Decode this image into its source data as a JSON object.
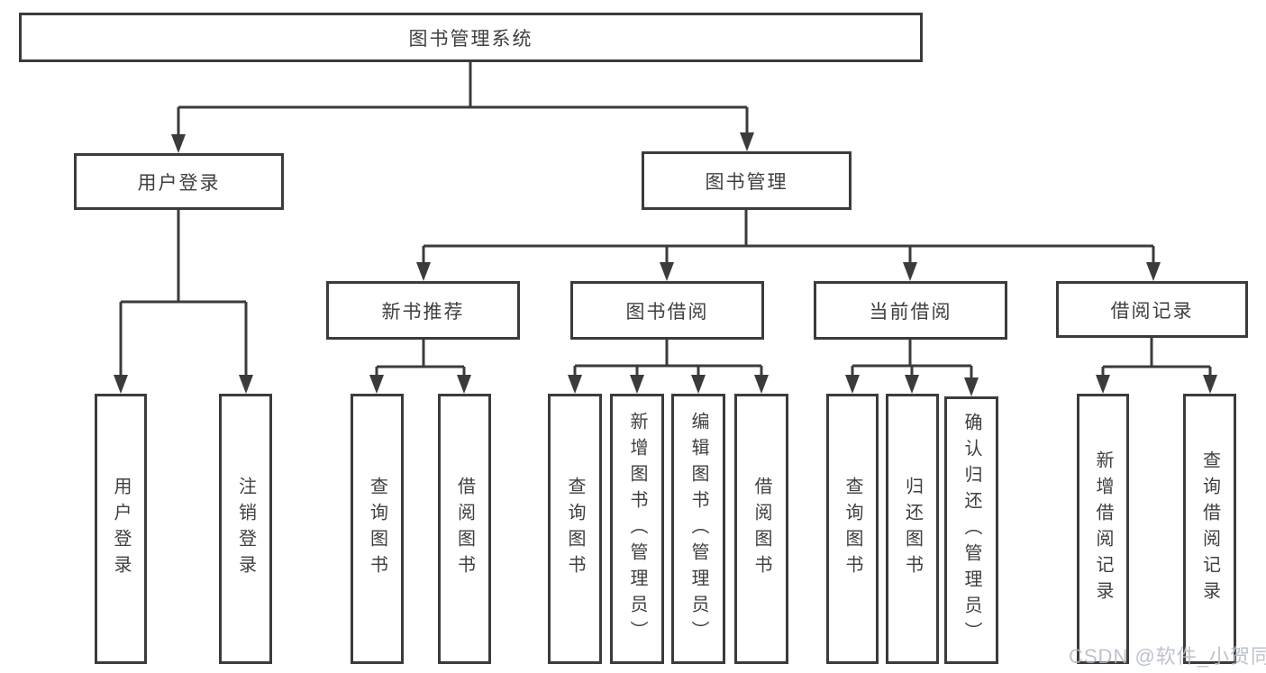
{
  "diagram_title": "图书管理系统",
  "nodes": {
    "root": "图书管理系统",
    "user_login": "用户登录",
    "book_mgmt": "图书管理",
    "new_books": "新书推荐",
    "book_borrow": "图书借阅",
    "current_borrow": "当前借阅",
    "borrow_records": "借阅记录",
    "g1c1": "用户登录",
    "g1c2": "注销登录",
    "g2c1": "查询图书",
    "g2c2": "借阅图书",
    "g3c1": "查询图书",
    "g3c2": "新增图书（管理员）",
    "g3c3": "编辑图书（管理员）",
    "g3c4": "借阅图书",
    "g4c1": "查询图书",
    "g4c2": "归还图书",
    "g4c3": "确认归还（管理员）",
    "g5c1": "新增借阅记录",
    "g5c2": "查询借阅记录"
  },
  "tree": {
    "label": "图书管理系统",
    "children": [
      {
        "label": "用户登录",
        "children": [
          {
            "label": "用户登录"
          },
          {
            "label": "注销登录"
          }
        ]
      },
      {
        "label": "图书管理",
        "children": [
          {
            "label": "新书推荐",
            "children": [
              {
                "label": "查询图书"
              },
              {
                "label": "借阅图书"
              }
            ]
          },
          {
            "label": "图书借阅",
            "children": [
              {
                "label": "查询图书"
              },
              {
                "label": "新增图书（管理员）"
              },
              {
                "label": "编辑图书（管理员）"
              },
              {
                "label": "借阅图书"
              }
            ]
          },
          {
            "label": "当前借阅",
            "children": [
              {
                "label": "查询图书"
              },
              {
                "label": "归还图书"
              },
              {
                "label": "确认归还（管理员）"
              }
            ]
          },
          {
            "label": "借阅记录",
            "children": [
              {
                "label": "新增借阅记录"
              },
              {
                "label": "查询借阅记录"
              }
            ]
          }
        ]
      }
    ]
  },
  "watermark": {
    "text": "CSDN @软件_小贺同学"
  },
  "colors": {
    "background": "#ffffff",
    "box_fill": "#ffffff",
    "box_border": "#3b3b3b",
    "line": "#3b3b3b",
    "text": "#3f3f3f",
    "watermark": "#b2b8c2"
  }
}
